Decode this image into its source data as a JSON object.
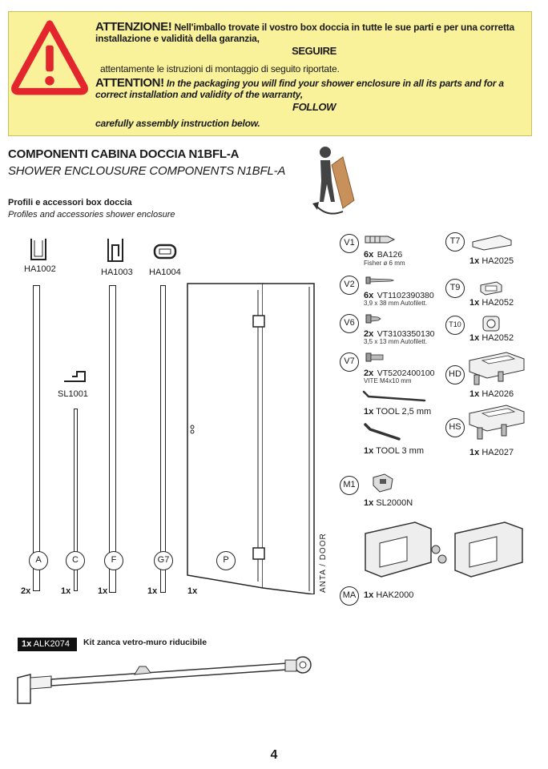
{
  "warning": {
    "it_title": "ATTENZIONE!",
    "it_text": "Nell'imballo trovate il vostro box doccia in tutte le sue parti e per una corretta installazione e validità della garanzia,",
    "it_follow": "SEGUIRE",
    "it_end": "attentamente le istruzioni di montaggio di seguito riportate.",
    "en_title": "ATTENTION!",
    "en_text": "In the packaging you will find your shower enclosure in all its parts and for a correct installation and validity of the warranty,",
    "en_follow": "FOLLOW",
    "en_end": "carefully assembly instruction below."
  },
  "header": {
    "title_it": "COMPONENTI CABINA DOCCIA N1BFL-A",
    "title_en": "SHOWER ENCLOUSURE COMPONENTS N1BFL-A",
    "sub_it": "Profili e accessori box doccia",
    "sub_en": "Profiles and accessories shower enclosure"
  },
  "profiles": {
    "ha1002": "HA1002",
    "ha1003": "HA1003",
    "ha1004": "HA1004",
    "sl1001": "SL1001",
    "markers": [
      "A",
      "C",
      "F",
      "G7",
      "P"
    ],
    "qtys": [
      "2x",
      "1x",
      "1x",
      "1x",
      "1x"
    ],
    "door_label": "ANTA / DOOR"
  },
  "hardware_left": [
    {
      "id": "V1",
      "qty": "6x",
      "code": "BA126",
      "note": "Fisher ø 6 mm"
    },
    {
      "id": "V2",
      "qty": "6x",
      "code": "VT1102390380",
      "note": "3,9 x 38 mm Autofilett."
    },
    {
      "id": "V6",
      "qty": "2x",
      "code": "VT3103350130",
      "note": "3,5 x 13 mm Autofilett."
    },
    {
      "id": "V7",
      "qty": "2x",
      "code": "VT5202400100",
      "note": "VITE M4x10 mm"
    }
  ],
  "tools": [
    {
      "qty": "1x",
      "name": "TOOL 2,5 mm"
    },
    {
      "qty": "1x",
      "name": "TOOL 3 mm"
    }
  ],
  "m1": {
    "id": "M1",
    "qty": "1x",
    "code": "SL2000N"
  },
  "ma": {
    "id": "MA",
    "qty": "1x",
    "code": "HAK2000"
  },
  "hardware_right": [
    {
      "id": "T7",
      "qty": "1x",
      "code": "HA2025"
    },
    {
      "id": "T9",
      "qty": "1x",
      "code": "HA2052"
    },
    {
      "id": "T10",
      "qty": "1x",
      "code": "HA2052"
    },
    {
      "id": "HD",
      "qty": "1x",
      "code": "HA2026"
    },
    {
      "id": "HS",
      "qty": "1x",
      "code": "HA2027"
    }
  ],
  "kit": {
    "qty": "1x",
    "code": "ALK2074",
    "desc": "Kit zanca vetro-muro riducibile"
  },
  "page_number": "4"
}
